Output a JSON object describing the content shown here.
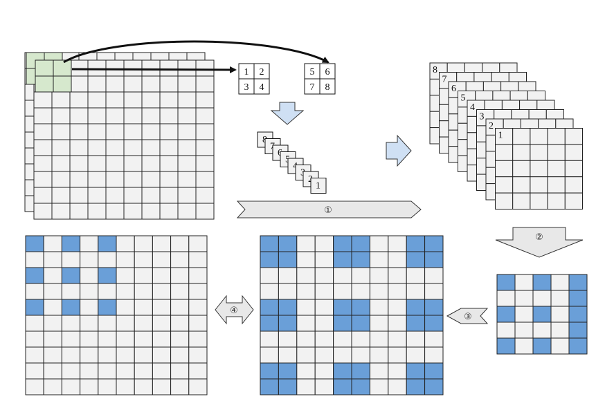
{
  "diagram": {
    "colors": {
      "cell_fill": "#f2f2f2",
      "grid_line": "#222222",
      "highlight_green": "#d6e8cd",
      "highlight_blue": "#6a9fd8",
      "block_arrow_blue": "#cfe0f4",
      "block_arrow_gray": "#e8e8e8"
    },
    "kernel_a": {
      "cells": [
        "1",
        "2",
        "3",
        "4"
      ]
    },
    "kernel_b": {
      "cells": [
        "5",
        "6",
        "7",
        "8"
      ]
    },
    "small_stack": {
      "labels": [
        "8",
        "7",
        "6",
        "5",
        "4",
        "3",
        "2",
        "1"
      ]
    },
    "big_stack": {
      "labels": [
        "8",
        "7",
        "6",
        "5",
        "4",
        "3",
        "2",
        "1"
      ]
    },
    "steps": {
      "s1": "①",
      "s2": "②",
      "s3": "③",
      "s4": "④"
    },
    "grids": {
      "input": {
        "rows": 10,
        "cols": 10
      },
      "dilated_pattern": {
        "rows": 10,
        "cols": 10
      },
      "merged": {
        "rows": 10,
        "cols": 10
      },
      "output_small": {
        "rows": 5,
        "cols": 5
      }
    }
  }
}
